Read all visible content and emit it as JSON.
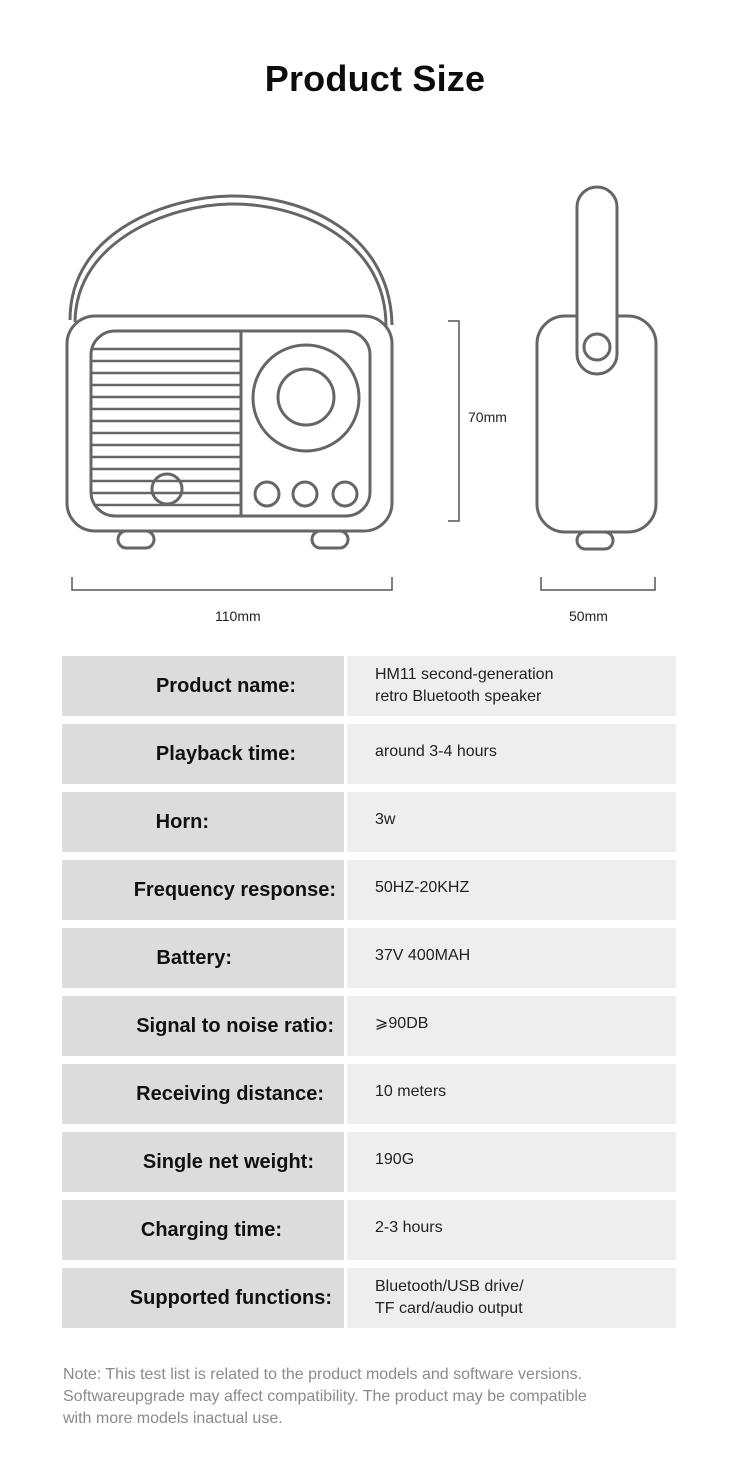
{
  "header": {
    "title": "Product Size"
  },
  "diagram": {
    "front_view": {
      "width_label": "110mm"
    },
    "side_view": {
      "height_label": "70mm",
      "depth_label": "50mm"
    },
    "stroke_color": "#666666"
  },
  "specs": {
    "rows": [
      {
        "key": "Product name:",
        "value": "HM11 second-generation\nretro Bluetooth speaker",
        "key_align_pad": 48
      },
      {
        "key": "Playback time:",
        "value": "around 3-4 hours",
        "key_align_pad": 48
      },
      {
        "key": "Horn:",
        "value": "3w",
        "key_align_pad": 135
      },
      {
        "key": "Frequency response:",
        "value": "50HZ-20KHZ",
        "key_align_pad": 10
      },
      {
        "key": "Battery:",
        "value": "37V 400MAH",
        "key_align_pad": 112
      },
      {
        "key": "Signal to noise ratio:",
        "value": "⩾90DB",
        "key_align_pad": 10
      },
      {
        "key": "Receiving distance:",
        "value": "10 meters",
        "key_align_pad": 20
      },
      {
        "key": "Single net weight:",
        "value": "190G",
        "key_align_pad": 30
      },
      {
        "key": "Charging time:",
        "value": "2-3 hours",
        "key_align_pad": 62
      },
      {
        "key": "Supported functions:",
        "value": "Bluetooth/USB drive/\nTF card/audio output",
        "key_align_pad": 12
      }
    ]
  },
  "footer": {
    "note": "Note: This test list is related to the product models and software versions.\n Softwareupgrade may affect compatibility. The product may be compatible\nwith more models inactual use."
  }
}
